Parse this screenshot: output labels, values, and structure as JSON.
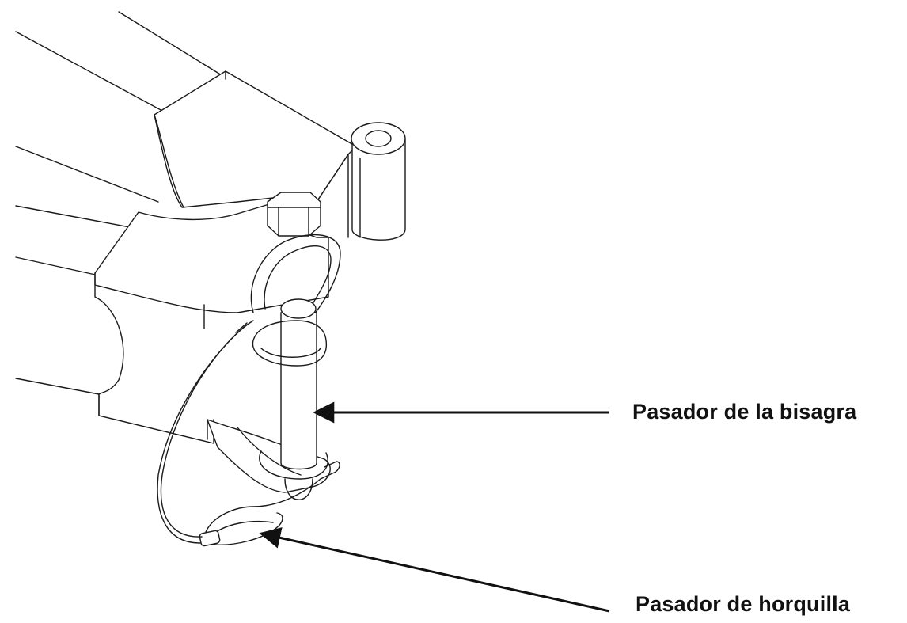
{
  "diagram": {
    "callouts": [
      {
        "id": "hinge-pin",
        "label": "Pasador de la bisagra"
      },
      {
        "id": "clevis-pin",
        "label": "Pasador de horquilla"
      }
    ],
    "colors": {
      "line": "#1a1a1a",
      "background": "#ffffff",
      "text": "#111111"
    }
  }
}
